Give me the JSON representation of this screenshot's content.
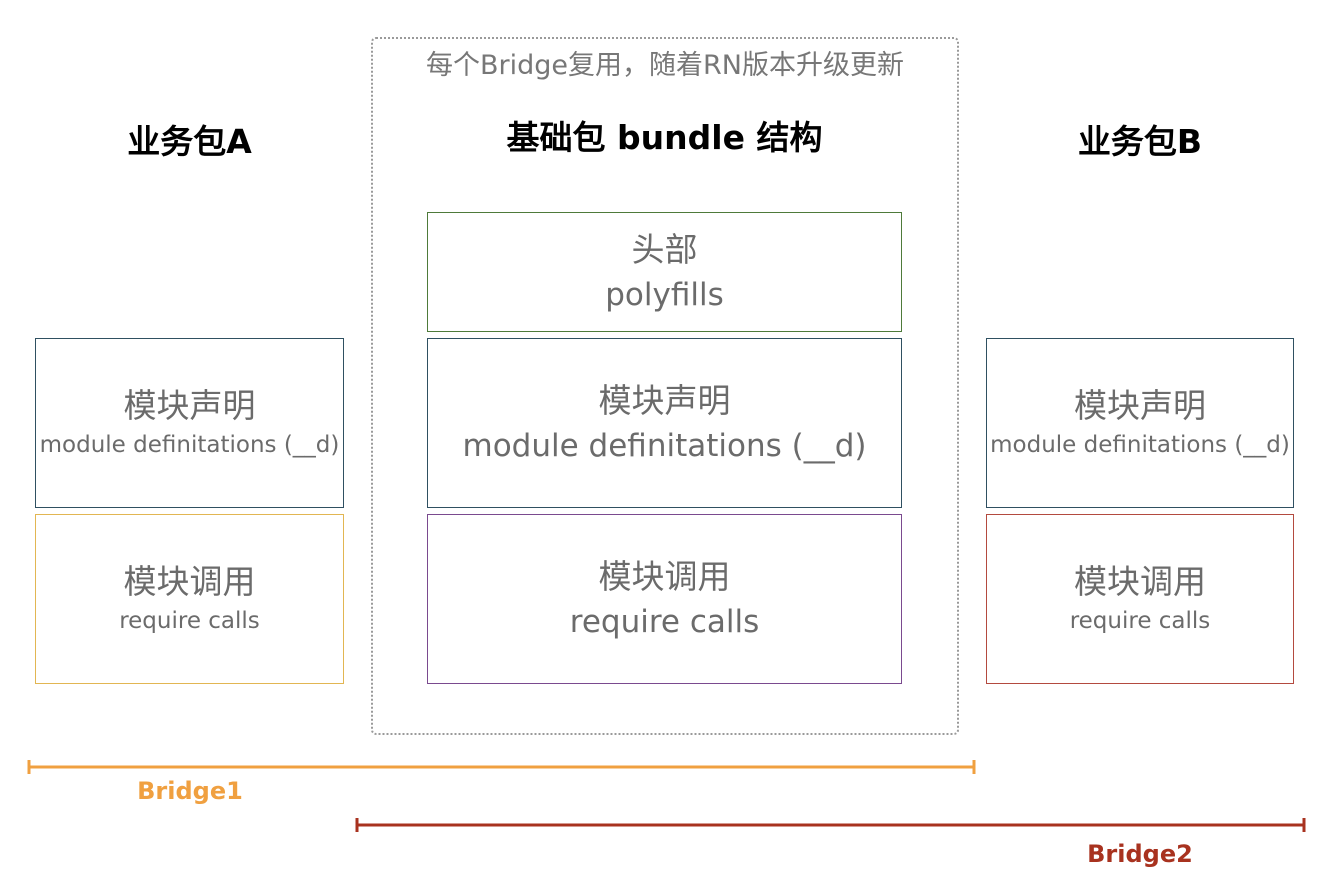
{
  "note": "每个Bridge复用，随着RN版本升级更新",
  "columns": {
    "a": {
      "title": "业务包A",
      "definitions": {
        "cn": "模块声明",
        "en": "module definitations (__d)"
      },
      "requires": {
        "cn": "模块调用",
        "en": "require calls"
      }
    },
    "base": {
      "title": "基础包 bundle 结构",
      "head": {
        "cn": "头部",
        "en": "polyfills"
      },
      "definitions": {
        "cn": "模块声明",
        "en": "module definitations (__d)"
      },
      "requires": {
        "cn": "模块调用",
        "en": "require calls"
      }
    },
    "b": {
      "title": "业务包B",
      "definitions": {
        "cn": "模块声明",
        "en": "module definitations (__d)"
      },
      "requires": {
        "cn": "模块调用",
        "en": "require calls"
      }
    }
  },
  "bridges": [
    {
      "label": "Bridge1",
      "color": "#f0a040"
    },
    {
      "label": "Bridge2",
      "color": "#a8321f"
    }
  ],
  "colors": {
    "definitions_border": "#2f5061",
    "head_border": "#4e7a3a",
    "a_requires_border": "#e2b652",
    "base_requires_border": "#7a4a8f",
    "b_requires_border": "#b34a3f",
    "frame": "#9a9a9a"
  }
}
